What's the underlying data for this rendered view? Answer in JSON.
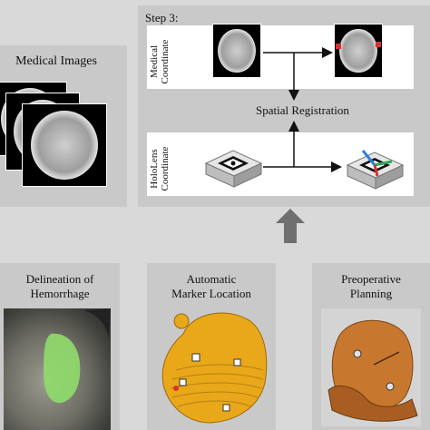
{
  "step_label": "Step 3:",
  "medical_images_label": "Medical Images",
  "medical_coordinate_label": "Medical Coordinate",
  "hololens_coordinate_label": "HoloLens Coordinate",
  "spatial_registration_label": "Spatial Registration",
  "bottom_panels": [
    {
      "label_line1": "Delineation of",
      "label_line2": "Hemorrhage"
    },
    {
      "label_line1": "Automatic",
      "label_line2": "Marker Location"
    },
    {
      "label_line1": "Preoperative",
      "label_line2": "Planning"
    }
  ],
  "colors": {
    "panel_gray": "#c9c9c9",
    "background": "#d9d9d9",
    "hemorrhage_green": "#8fdc6a",
    "head_yellow": "#e8a81a",
    "head_orange": "#c8772f",
    "marker_red": "#d9312b",
    "axis_blue": "#2e7fd6",
    "axis_green": "#2fa84f"
  }
}
